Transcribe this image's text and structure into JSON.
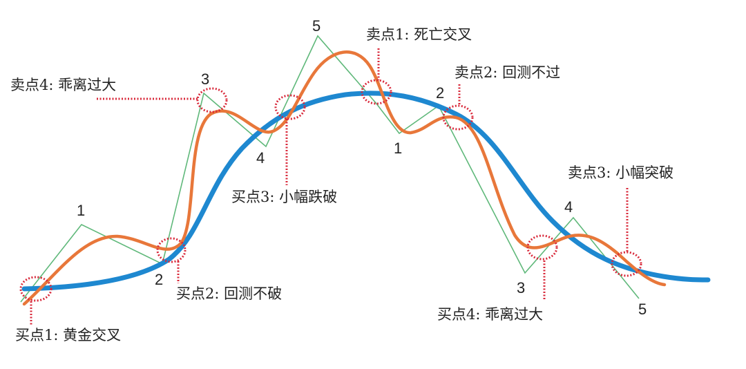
{
  "colors": {
    "price_line": "#5fb87a",
    "short_ma": "#e8773a",
    "long_ma": "#1e88d0",
    "marker": "#d8283a"
  },
  "wave_numbers": {
    "up": [
      "1",
      "2",
      "3",
      "4",
      "5"
    ],
    "down": [
      "1",
      "2",
      "3",
      "4",
      "5"
    ]
  },
  "labels": {
    "buy1": "买点1: 黄金交叉",
    "buy2": "买点2: 回测不破",
    "buy3": "买点3: 小幅跌破",
    "buy4": "买点4: 乖离过大",
    "sell1": "卖点1: 死亡交叉",
    "sell2": "卖点2: 回测不过",
    "sell3": "卖点3: 小幅突破",
    "sell4": "卖点4: 乖离过大"
  }
}
